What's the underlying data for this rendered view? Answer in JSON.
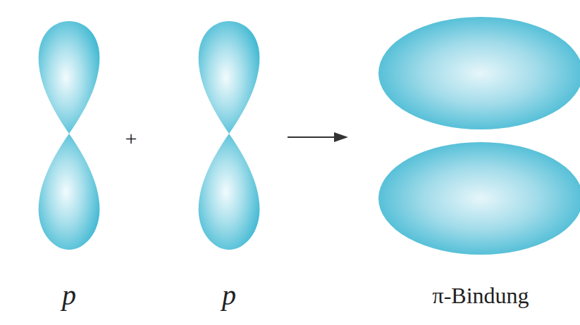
{
  "diagram": {
    "labels": [
      "p",
      "+",
      "p",
      "π-Bindung"
    ]
  }
}
